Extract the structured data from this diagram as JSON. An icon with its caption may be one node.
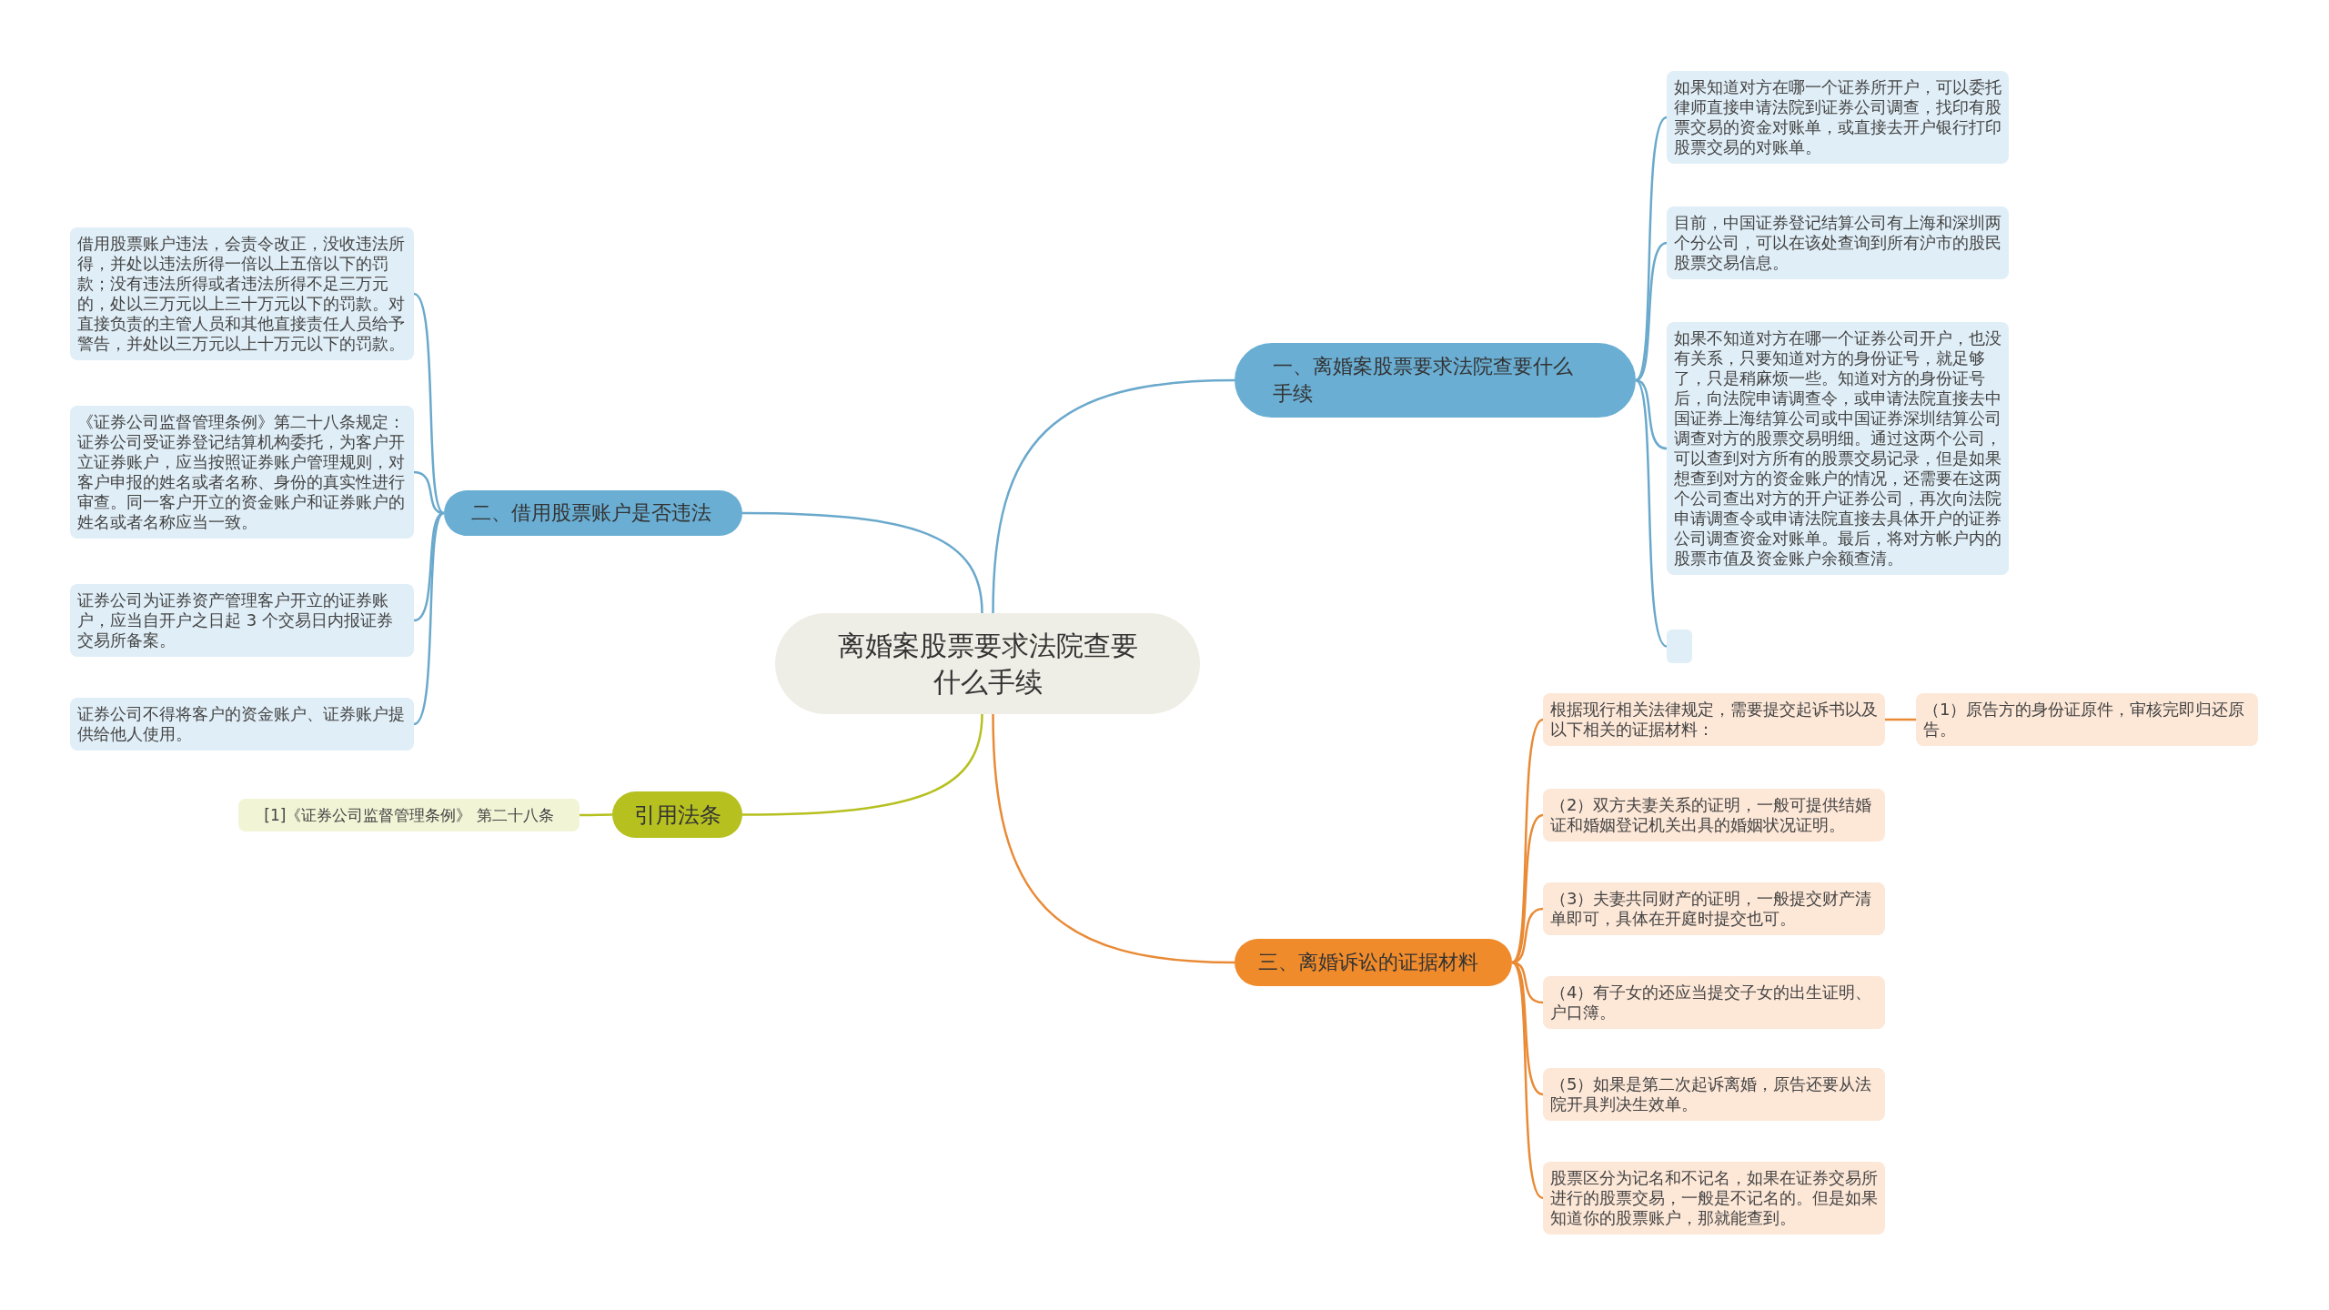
{
  "diagram": {
    "nodes": [
      {
        "text": [
          "离婚案股票要求法院查要什么手续"
        ]
      },
      {
        "text": [
          "一、离婚案股票要求法院查要什么手续"
        ]
      },
      {
        "text": [
          "如果知道对方在哪一个证券所开户，可以委托律师直接申请法院到证券公司调查，找印有股票交易的资金对账单，或直接去开户银行打印股票交易的对账单。"
        ]
      },
      {
        "text": [
          "目前，中国证券登记结算公司有上海和深圳两个分公司，可以在该处查询到所有沪市的股民股票交易信息。"
        ]
      },
      {
        "text": [
          "如果不知道对方在哪一个证券公司开户，也没有关系，只要知道对方的身份证号，就足够了，只是稍麻烦一些。知道对方的身份证号后，向法院申请调查令，或申请法院直接去中国证券上海结算公司或中国证券深圳结算公司调查对方的股票交易明细。通过这两个公司，可以查到对方所有的股票交易记录，但是如果想查到对方的资金账户的情况，还需要在这两个公司查出对方的开户证券公司，再次向法院申请调查令或申请法院直接去具体开户的证券公司调查资金对账单。最后，将对方帐户内的股票市值及资金账户余额查清。"
        ]
      },
      {
        "text": [],
        "shape": "box"
      },
      {
        "text": [
          "二、借用股票账户是否违法"
        ]
      },
      {
        "text": [
          "借用股票账户违法，会责令改正，没收违法所得，并处以违法所得一倍以上五倍以下的罚款；没有违法所得或者违法所得不足三万元的，处以三万元以上三十万元以下的罚款。对直接负责的主管人员和其他直接责任人员给予警告，并处以三万元以上十万元以下的罚款。"
        ]
      },
      {
        "text": [
          "《证券公司监督管理条例》第二十八条规定：证券公司受证券登记结算机构委托，为客户开立证券账户，应当按照证券账户管理规则，对客户申报的姓名或者名称、身份的真实性进行审查。同一客户开立的资金账户和证券账户的姓名或者名称应当一致。"
        ]
      },
      {
        "text": [
          "证券公司为证券资产管理客户开立的证券账户，应当自开户之日起 3 个交易日内报证券交易所备案。"
        ]
      },
      {
        "text": [
          "证券公司不得将客户的资金账户、证券账户提供给他人使用。"
        ]
      },
      {
        "text": [
          "引用法条"
        ]
      },
      {
        "text": [
          "[1]《证券公司监督管理条例》 第二十八条"
        ]
      },
      {
        "text": [
          "三、离婚诉讼的证据材料"
        ]
      },
      {
        "text": [
          "根据现行相关法律规定，需要提交起诉书以及以下相关的证据材料："
        ]
      },
      {
        "text": [
          "（1）原告方的身份证原件，审核完即归还原告。"
        ]
      },
      {
        "text": [
          "（2）双方夫妻关系的证明，一般可提供结婚证和婚姻登记机关出具的婚姻状况证明。"
        ]
      },
      {
        "text": [
          "（3）夫妻共同财产的证明，一般提交财产清单即可，具体在开庭时提交也可。"
        ]
      },
      {
        "text": [
          "（4）有子女的还应当提交子女的出生证明、户口簿。"
        ]
      },
      {
        "text": [
          "（5）如果是第二次起诉离婚，原告还要从法院开具判决生效单。"
        ]
      },
      {
        "text": [
          "股票区分为记名和不记名，如果在证券交易所进行的股票交易，一般是不记名的。但是如果知道你的股票账户，那就能查到。"
        ]
      }
    ],
    "edges": [
      {
        "from": 0,
        "to": 1,
        "arrow": "none"
      },
      {
        "from": 1,
        "to": 2,
        "arrow": "none"
      },
      {
        "from": 1,
        "to": 3,
        "arrow": "none"
      },
      {
        "from": 1,
        "to": 4,
        "arrow": "none"
      },
      {
        "from": 1,
        "to": 5,
        "arrow": "none"
      },
      {
        "from": 0,
        "to": 6,
        "arrow": "none"
      },
      {
        "from": 6,
        "to": 7,
        "arrow": "none"
      },
      {
        "from": 6,
        "to": 8,
        "arrow": "none"
      },
      {
        "from": 6,
        "to": 9,
        "arrow": "none"
      },
      {
        "from": 6,
        "to": 10,
        "arrow": "none"
      },
      {
        "from": 0,
        "to": 11,
        "arrow": "none",
        "color": "#b6c01f"
      },
      {
        "from": 11,
        "to": 12,
        "arrow": "none",
        "color": "#b6c01f"
      },
      {
        "from": 0,
        "to": 13,
        "arrow": "none",
        "color": "#e98a35"
      },
      {
        "from": 13,
        "to": 14,
        "arrow": "none",
        "color": "#e98a35"
      },
      {
        "from": 14,
        "to": 15,
        "arrow": "none",
        "color": "#e98a35"
      },
      {
        "from": 13,
        "to": 16,
        "arrow": "none",
        "color": "#e98a35"
      },
      {
        "from": 13,
        "to": 17,
        "arrow": "none",
        "color": "#e98a35"
      },
      {
        "from": 13,
        "to": 18,
        "arrow": "none",
        "color": "#e98a35"
      },
      {
        "from": 13,
        "to": 19,
        "arrow": "none",
        "color": "#e98a35"
      },
      {
        "from": 13,
        "to": 20,
        "arrow": "none",
        "color": "#e98a35"
      }
    ]
  }
}
